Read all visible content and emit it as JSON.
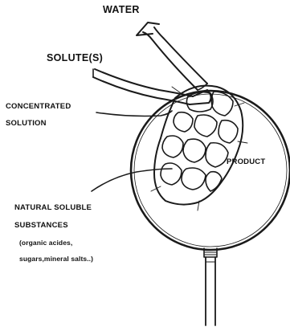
{
  "labels": {
    "water": "WATER",
    "solutes": "SOLUTE(S)",
    "concentrated_line1": "CONCENTRATED",
    "concentrated_line2": "SOLUTION",
    "product": "PRODUCT",
    "natural_line1": "NATURAL SOLUBLE",
    "natural_line2": "SUBSTANCES",
    "natural_line3": "(organic acides,",
    "natural_line4": "sugars,mineral salts..)"
  },
  "colors": {
    "ink": "#1a1a1a",
    "background": "#ffffff"
  },
  "icons": [
    "magnifying-glass-icon",
    "plant-cells-icon",
    "arrow-icon"
  ]
}
